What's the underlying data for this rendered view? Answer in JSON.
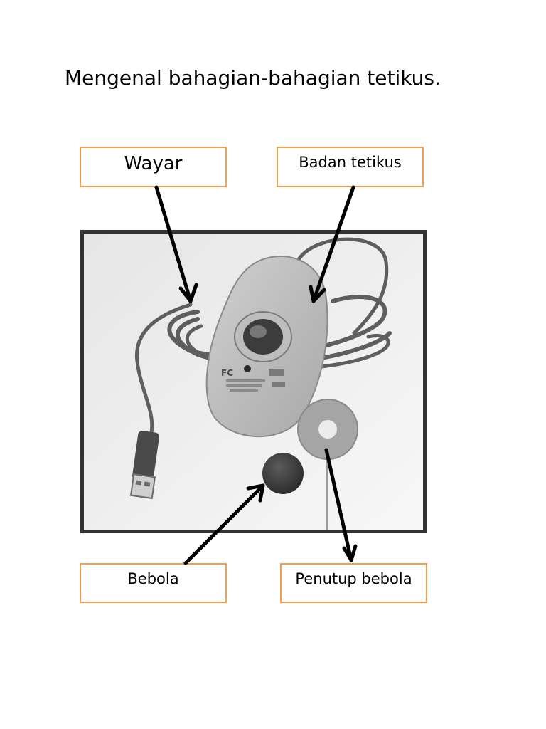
{
  "title": "Mengenal bahagian-bahagian tetikus.",
  "labels": {
    "wayar": "Wayar",
    "badan": "Badan tetikus",
    "bebola": "Bebola",
    "penutup": "Penutup bebola"
  },
  "colors": {
    "label_border": "#f0a050",
    "photo_frame": "#333333",
    "arrow": "#000000"
  },
  "photo": {
    "subject": "computer ball mouse disassembled",
    "fcc_text": "FC"
  }
}
